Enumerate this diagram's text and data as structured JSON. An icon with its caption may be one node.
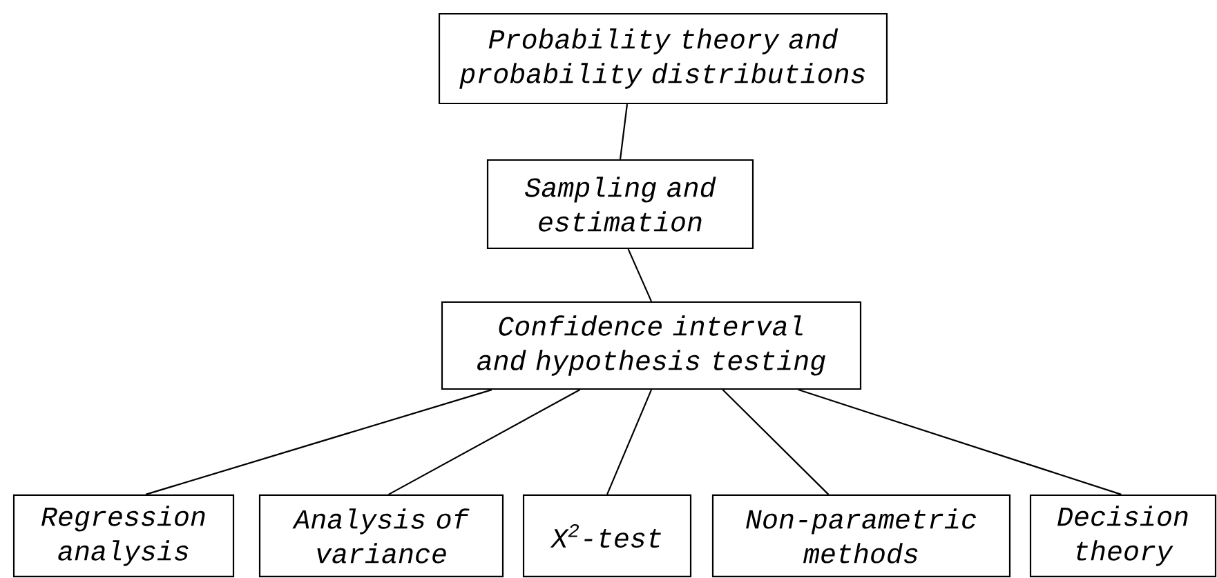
{
  "diagram": {
    "nodes": [
      {
        "text": [
          "Probability theory and probability distributions"
        ]
      },
      {
        "text": [
          "Sampling and estimation"
        ]
      },
      {
        "text": [
          "Confidence interval and hypothesis testing"
        ]
      },
      {
        "text": [
          "Regression analysis"
        ]
      },
      {
        "text": [
          "Analysis of variance"
        ]
      },
      {
        "text": [
          "X$^{2}$-test"
        ]
      },
      {
        "text": [
          "Non-parametric methods"
        ]
      },
      {
        "text": [
          "Decision theory"
        ]
      }
    ],
    "edges": [
      {
        "from": 0,
        "to": 1,
        "arrow": "none"
      },
      {
        "from": 1,
        "to": 2,
        "arrow": "none"
      },
      {
        "from": 2,
        "to": 3,
        "arrow": "none"
      },
      {
        "from": 2,
        "to": 4,
        "arrow": "none"
      },
      {
        "from": 2,
        "to": 5,
        "arrow": "none"
      },
      {
        "from": 2,
        "to": 6,
        "arrow": "none"
      },
      {
        "from": 2,
        "to": 7,
        "arrow": "none"
      }
    ]
  }
}
